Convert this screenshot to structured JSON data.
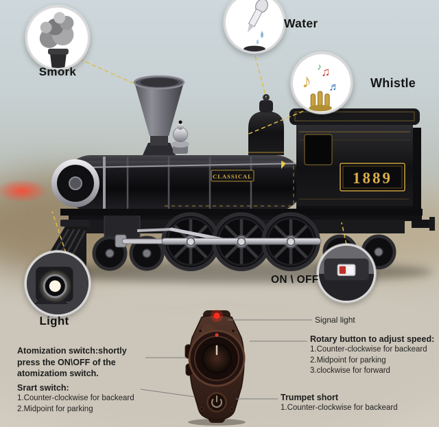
{
  "callouts": {
    "smoke": {
      "label": "Smork"
    },
    "water": {
      "label": "Water"
    },
    "whistle": {
      "label": "Whistle",
      "notes": [
        "♪",
        "♫",
        "♬",
        "♪"
      ]
    },
    "light": {
      "label": "Light"
    },
    "onoff": {
      "label": "ON \\ OFF"
    }
  },
  "train": {
    "cab_number": "1889",
    "boiler_plate": "CLASSICAL"
  },
  "annotations": {
    "signal_light": "Signal light",
    "rotary": {
      "title": "Rotary button to adjust speed:",
      "items": [
        "1.Counter-clockwise for backeard",
        "2.Midpoint for parking",
        "3.clockwise for forward"
      ]
    },
    "atomization": {
      "text": "Atomization switch:shortly press the ON\\OFF of the atomizatiom switch."
    },
    "start": {
      "title": "Srart switch:",
      "items": [
        "1.Counter-clockwise for backeard",
        "2.Midpoint for parking"
      ]
    },
    "trumpet": {
      "title": "Trumpet short",
      "items": [
        "1.Counter-clockwise for backeard"
      ]
    }
  },
  "colors": {
    "gold": "#d4a843",
    "callout_border": "#d9d9d9",
    "remote_body": "#3a241c",
    "led_red": "#ff2d1f",
    "dash_yellow": "#e0bd4a"
  }
}
